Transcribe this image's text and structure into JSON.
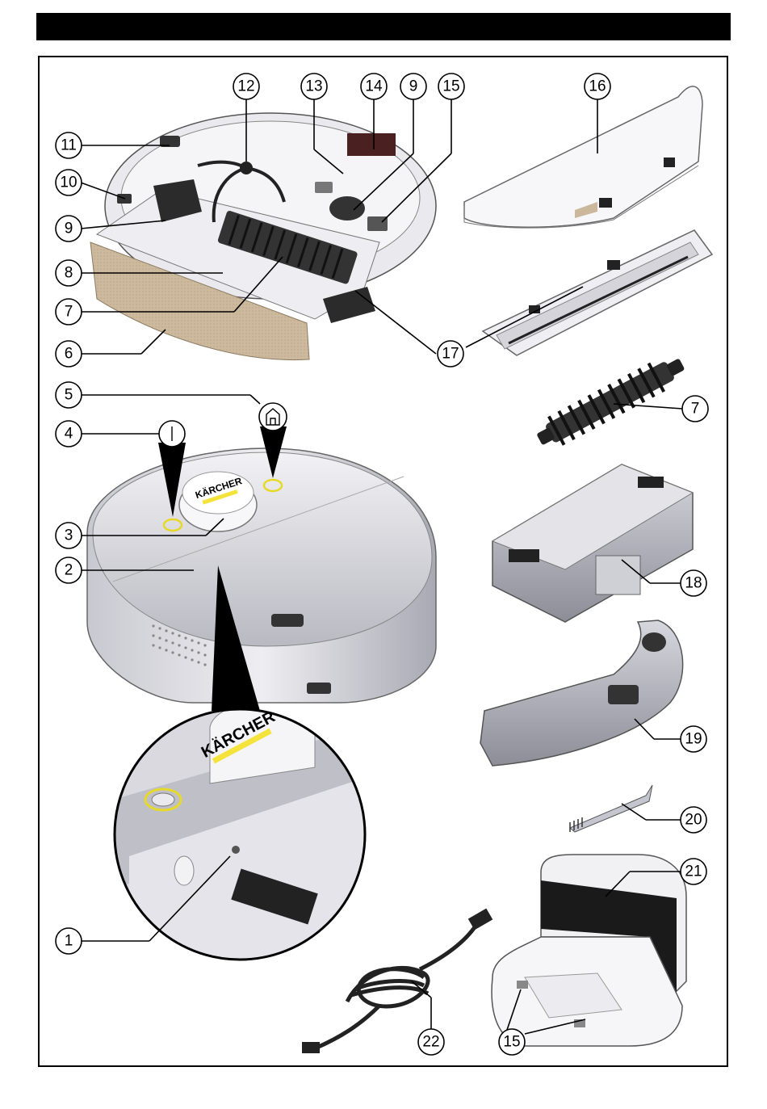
{
  "header_bar": {
    "color": "#000000"
  },
  "colors": {
    "robot_body": "#d8d8de",
    "mop_pad": "#cbb89c",
    "brand_yellow": "#f4e33a"
  },
  "brand": {
    "logo_text": "KÄRCHER"
  },
  "callouts": {
    "c1": "1",
    "c2": "2",
    "c3": "3",
    "c4": "4",
    "c5": "5",
    "c6": "6",
    "c7a": "7",
    "c7b": "7",
    "c8": "8",
    "c9a": "9",
    "c9b": "9",
    "c10": "10",
    "c11": "11",
    "c12": "12",
    "c13": "13",
    "c14": "14",
    "c15a": "15",
    "c15b": "15",
    "c16": "16",
    "c17": "17",
    "c18": "18",
    "c19": "19",
    "c20": "20",
    "c21": "21",
    "c22": "22"
  },
  "icons": {
    "power_button": "power-icon",
    "home_button": "home-icon"
  }
}
